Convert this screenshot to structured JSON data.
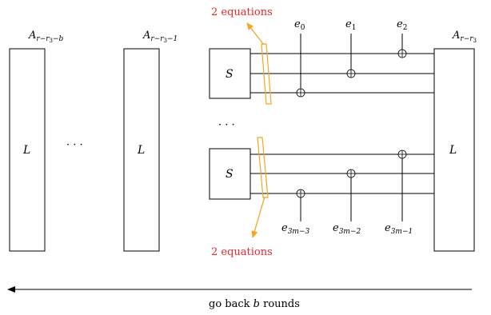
{
  "blocks": {
    "left_box_label": "L",
    "middle_box_label": "L",
    "right_box_label": "L",
    "sbox_top_label": "S",
    "sbox_bottom_label": "S",
    "h_ellipsis": "· · ·",
    "v_ellipsis": "· · ·"
  },
  "state_labels": {
    "left": {
      "base": "A",
      "sub": "r−r",
      "subsub": "3",
      "tail": "−b"
    },
    "middle": {
      "base": "A",
      "sub": "r−r",
      "subsub": "3",
      "tail": "−1"
    },
    "right": {
      "base": "A",
      "sub": "r−r",
      "subsub": "3",
      "tail": ""
    }
  },
  "errors_top": [
    {
      "base": "e",
      "sub": "0"
    },
    {
      "base": "e",
      "sub": "1"
    },
    {
      "base": "e",
      "sub": "2"
    }
  ],
  "errors_bottom": [
    {
      "base": "e",
      "sub": "3m−3"
    },
    {
      "base": "e",
      "sub": "3m−2"
    },
    {
      "base": "e",
      "sub": "3m−1"
    }
  ],
  "annotations": {
    "equations_top": "2 equations",
    "equations_bottom": "2 equations",
    "caption_prefix": "go back",
    "caption_var": "b",
    "caption_suffix": "rounds"
  },
  "colors": {
    "stroke": "#000000",
    "annotation_text": "#e8262b",
    "bracket": "#f5a623"
  }
}
